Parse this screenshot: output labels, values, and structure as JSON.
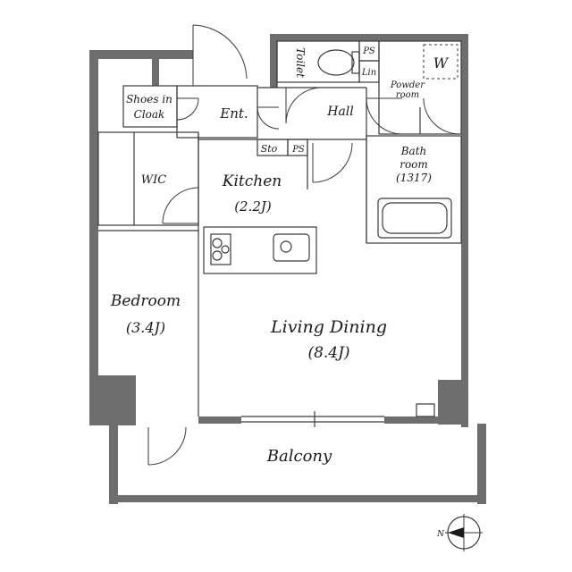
{
  "rooms": {
    "toilet": "Toilet",
    "ps_top": "PS",
    "lin": "Lin",
    "powder_line1": "Powder",
    "powder_line2": "room",
    "washer": "W",
    "shoes_line1": "Shoes in",
    "shoes_line2": "Cloak",
    "entrance": "Ent.",
    "hall": "Hall",
    "sto": "Sto",
    "ps_kitchen": "PS",
    "wic": "WIC",
    "kitchen": "Kitchen",
    "kitchen_size": "(2.2J)",
    "bath_line1": "Bath",
    "bath_line2": "room",
    "bath_size": "(1317)",
    "bedroom": "Bedroom",
    "bedroom_size": "(3.4J)",
    "living": "Living Dining",
    "living_size": "(8.4J)",
    "balcony": "Balcony"
  },
  "compass": {
    "north": "N"
  },
  "colors": {
    "wall": "#6e6e6e",
    "line": "#3a3a3a",
    "background": "#ffffff"
  }
}
